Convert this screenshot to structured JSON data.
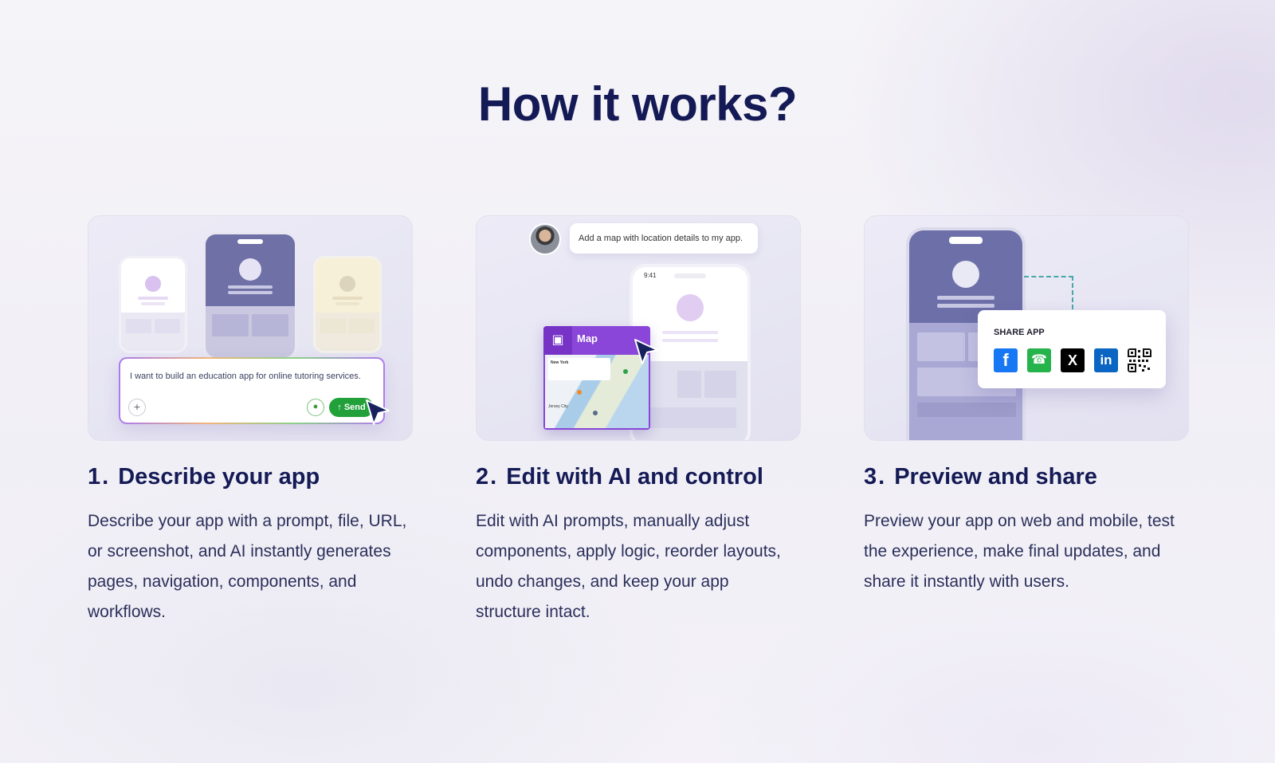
{
  "heading": "How it works?",
  "steps": [
    {
      "number": "1.",
      "title": "Describe your app",
      "text": "Describe your app with a prompt, file, URL, or screenshot, and AI instantly generates pages, navigation, components, and workflows.",
      "illustration": {
        "prompt_text": "I want to build an education app for online tutoring services.",
        "plus_label": "+",
        "send_label": "Send"
      }
    },
    {
      "number": "2.",
      "title": "Edit with AI and control",
      "text": "Edit with AI prompts, manually adjust components, apply logic, reorder layouts, undo changes, and keep your app structure intact.",
      "illustration": {
        "chat_message": "Add a map with location details to my app.",
        "phone_time": "9:41",
        "map_label": "Map",
        "map_place": "New York",
        "map_city": "Jersey City"
      }
    },
    {
      "number": "3.",
      "title": "Preview and share",
      "text": "Preview your app on web and mobile, test the experience, make final updates, and share it instantly with users.",
      "illustration": {
        "share_title": "SHARE APP",
        "networks": [
          "facebook",
          "whatsapp",
          "x",
          "linkedin",
          "qr-code"
        ]
      }
    }
  ],
  "colors": {
    "heading": "#141a55",
    "send_green": "#22a13a",
    "map_purple": "#8a46d8",
    "phone_blue": "#6c6fa8"
  }
}
